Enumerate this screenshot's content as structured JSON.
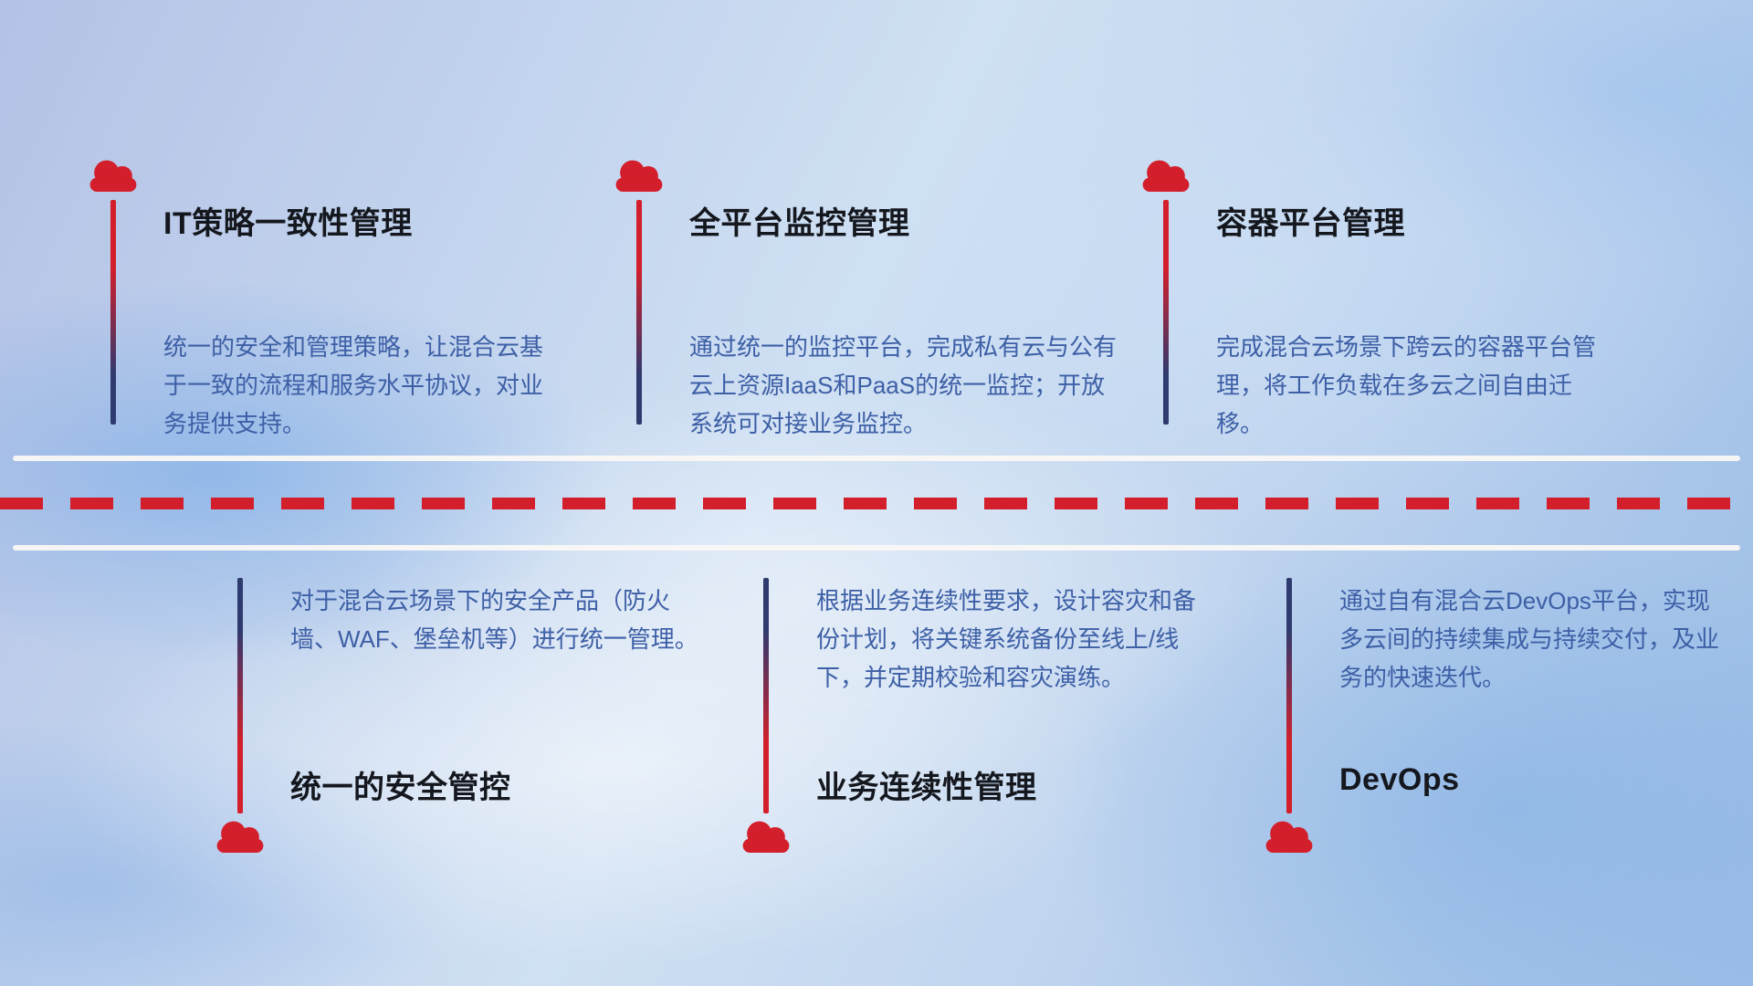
{
  "colors": {
    "accent_red": "#d31f2b",
    "navy": "#2f3a6e",
    "title": "#14171d",
    "body": "#3d5fa6"
  },
  "icons": {
    "cloud": "cloud-icon"
  },
  "top_items": [
    {
      "title": "IT策略一致性管理",
      "body": "统一的安全和管理策略，让混合云基于一致的流程和服务水平协议，对业务提供支持。"
    },
    {
      "title": "全平台监控管理",
      "body": "通过统一的监控平台，完成私有云与公有云上资源IaaS和PaaS的统一监控；开放系统可对接业务监控。"
    },
    {
      "title": "容器平台管理",
      "body": "完成混合云场景下跨云的容器平台管理，将工作负载在多云之间自由迁移。"
    }
  ],
  "bottom_items": [
    {
      "title": "统一的安全管控",
      "body": "对于混合云场景下的安全产品（防火墙、WAF、堡垒机等）进行统一管理。"
    },
    {
      "title": "业务连续性管理",
      "body": "根据业务连续性要求，设计容灾和备份计划，将关键系统备份至线上/线下，并定期校验和容灾演练。"
    },
    {
      "title": "DevOps",
      "body": "通过自有混合云DevOps平台，实现多云间的持续集成与持续交付，及业务的快速迭代。"
    }
  ]
}
